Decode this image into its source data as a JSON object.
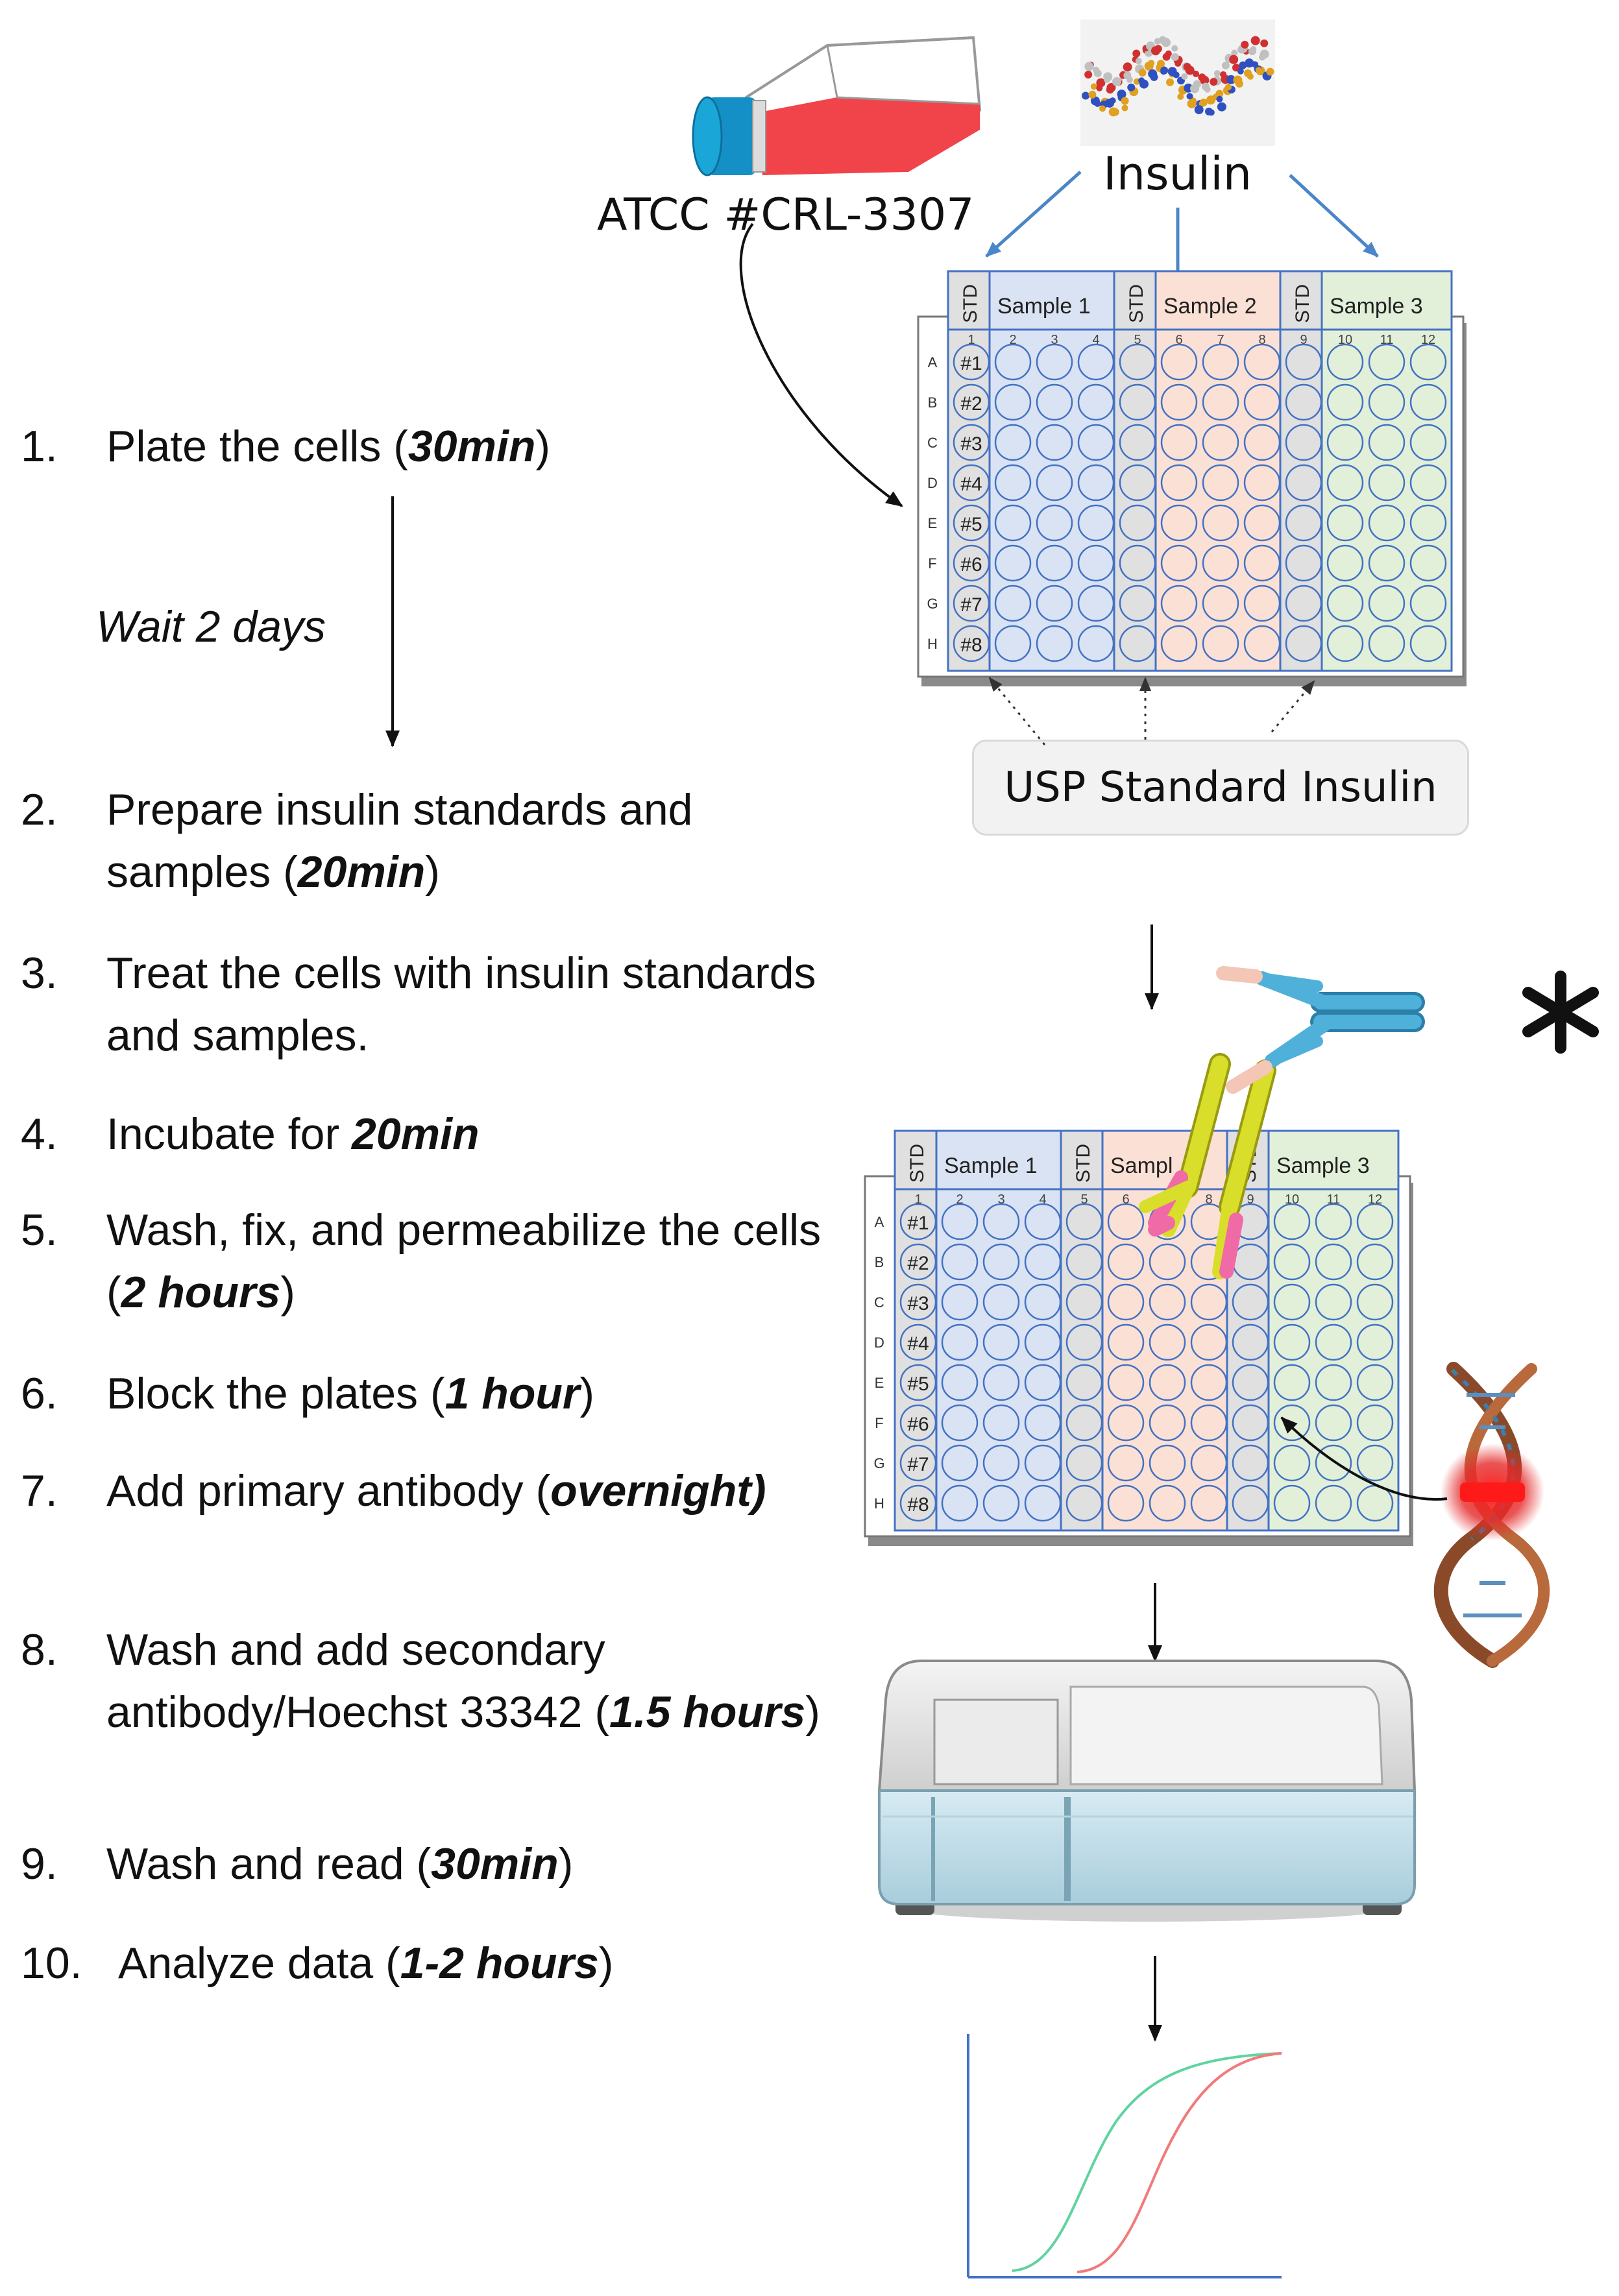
{
  "steps": [
    {
      "num": "1.",
      "parts": [
        {
          "t": "Plate the cells ("
        },
        {
          "t": "30min",
          "bi": true
        },
        {
          "t": ")"
        }
      ]
    },
    {
      "num": "2.",
      "parts": [
        {
          "t": "Prepare insulin standards and samples ("
        },
        {
          "t": "20min",
          "bi": true
        },
        {
          "t": ")"
        }
      ]
    },
    {
      "num": "3.",
      "parts": [
        {
          "t": "Treat the cells with insulin standards and samples."
        }
      ]
    },
    {
      "num": "4.",
      "parts": [
        {
          "t": "Incubate for "
        },
        {
          "t": "20min",
          "bi": true
        }
      ]
    },
    {
      "num": "5.",
      "parts": [
        {
          "t": "Wash, fix, and permeabilize the cells ("
        },
        {
          "t": "2 hours",
          "bi": true
        },
        {
          "t": ")"
        }
      ]
    },
    {
      "num": "6.",
      "parts": [
        {
          "t": "Block the plates ("
        },
        {
          "t": "1 hour",
          "bi": true
        },
        {
          "t": ")"
        }
      ]
    },
    {
      "num": "7.",
      "parts": [
        {
          "t": "Add primary antibody ("
        },
        {
          "t": "overnight)",
          "bi": true
        }
      ]
    },
    {
      "num": "8.",
      "parts": [
        {
          "t": "Wash and add secondary antibody/Hoechst 33342 ("
        },
        {
          "t": "1.5 hours",
          "bi": true
        },
        {
          "t": ")"
        }
      ]
    },
    {
      "num": "9.",
      "parts": [
        {
          "t": "Wash and read ("
        },
        {
          "t": "30min",
          "bi": true
        },
        {
          "t": ")"
        }
      ]
    },
    {
      "num": "10.",
      "parts": [
        {
          "t": "Analyze data ("
        },
        {
          "t": "1-2 hours",
          "bi": true
        },
        {
          "t": ")"
        }
      ]
    }
  ],
  "wait_label": "Wait 2 days",
  "cell_line_label": "ATCC #CRL-3307",
  "insulin_label": "Insulin",
  "usp_label": "USP Standard Insulin",
  "plate": {
    "std_label": "STD",
    "sample_labels": [
      "Sample 1",
      "Sample 2",
      "Sample 3"
    ],
    "column_numbers": [
      "1",
      "2",
      "3",
      "4",
      "5",
      "6",
      "7",
      "8",
      "9",
      "10",
      "11",
      "12"
    ],
    "row_letters": [
      "A",
      "B",
      "C",
      "D",
      "E",
      "F",
      "G",
      "H"
    ],
    "std_well_labels": [
      "#1",
      "#2",
      "#3",
      "#4",
      "#5",
      "#6",
      "#7",
      "#8"
    ]
  },
  "plate2": {
    "sample_labels": [
      "Sample 1",
      "Sampl",
      "Sample 3"
    ]
  },
  "colors": {
    "sample1_fill": "#dae3f3",
    "sample2_fill": "#fbe1d5",
    "sample3_fill": "#e2f0d9",
    "std_fill": "#e0e0e0",
    "plate_border": "#4472c4",
    "arrow_blue": "#4a86c8",
    "flask_cap": "#1ba6d8",
    "flask_medium": "#f0444a",
    "antibody_yellow": "#d8de2a",
    "antibody_blue": "#4fb1d9",
    "dna_red": "#e52a2a",
    "curve_green": "#5fd3a0",
    "curve_red": "#f27a7a"
  },
  "icons": [
    "cell-culture-flask-icon",
    "insulin-molecule-icon",
    "antibody-icon",
    "dna-icon",
    "plate-reader-icon"
  ]
}
